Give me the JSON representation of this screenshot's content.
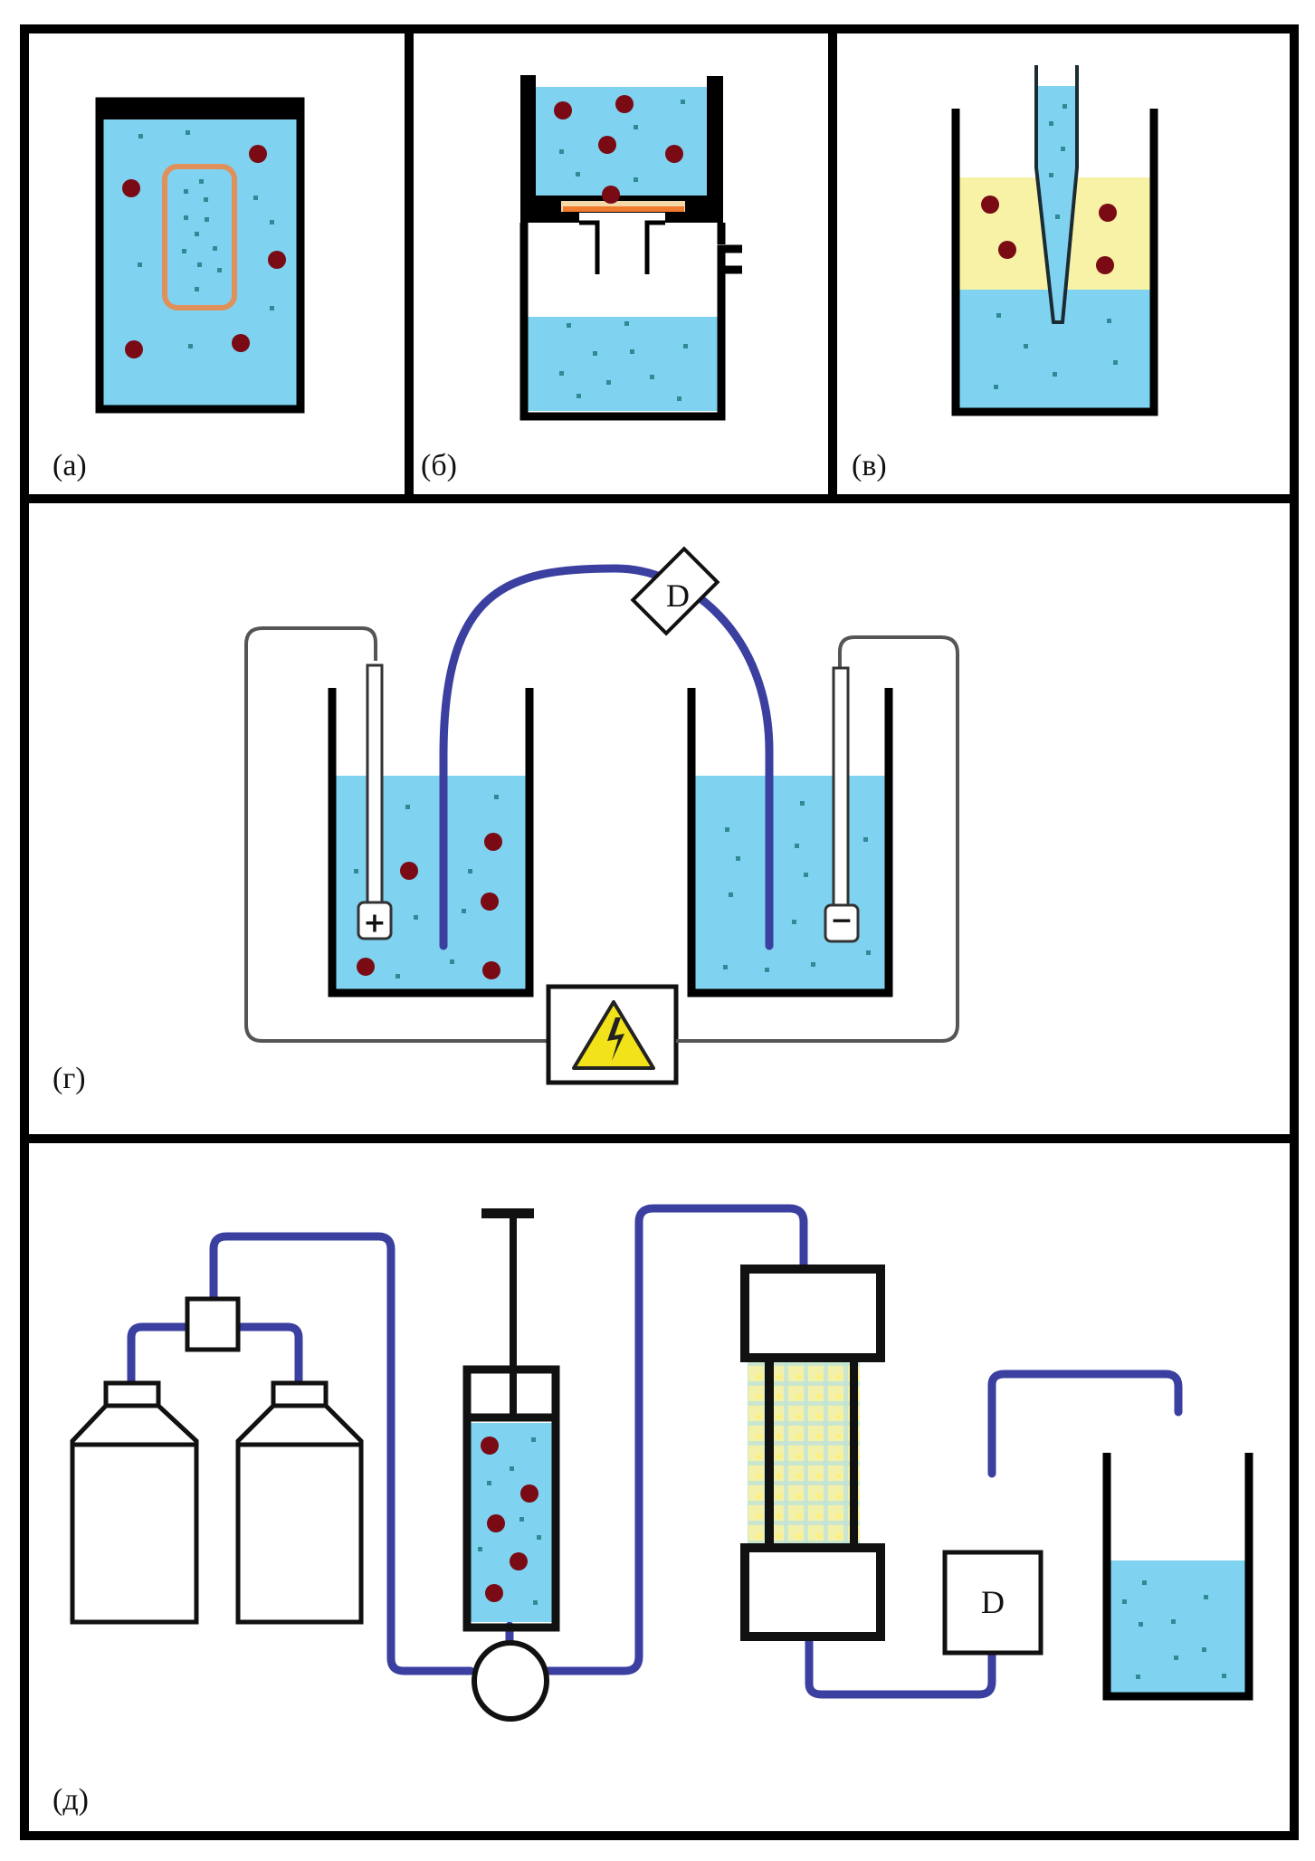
{
  "figure": {
    "panels": [
      {
        "id": "a",
        "label": "(а)",
        "description": "Dialysis bag in solution"
      },
      {
        "id": "b",
        "label": "(б)",
        "description": "Stirred ultrafiltration cell with membrane"
      },
      {
        "id": "v",
        "label": "(в)",
        "description": "Centrifugal filter tube in beaker with two phases"
      },
      {
        "id": "g",
        "label": "(г)",
        "description": "Electrodialysis setup with two cuvettes"
      },
      {
        "id": "d",
        "label": "(д)",
        "description": "Flow system: solvent bottles, mixer, syringe, pump, column, detector, collector"
      }
    ],
    "detector_label": "D",
    "electrode_signs": {
      "positive": "+",
      "negative": "−"
    },
    "colors": {
      "fluid": "#7fd3f0",
      "organic_phase": "#f7f2a6",
      "large_particle": "#7a0a14",
      "small_particle": "#2f8a96",
      "tubing": "#3a3fa0",
      "membrane": "#f07b2e",
      "dialysis_bag": "#e0905a",
      "hazard_yellow": "#f2e21a",
      "column_packing": "#eef0a8"
    }
  }
}
